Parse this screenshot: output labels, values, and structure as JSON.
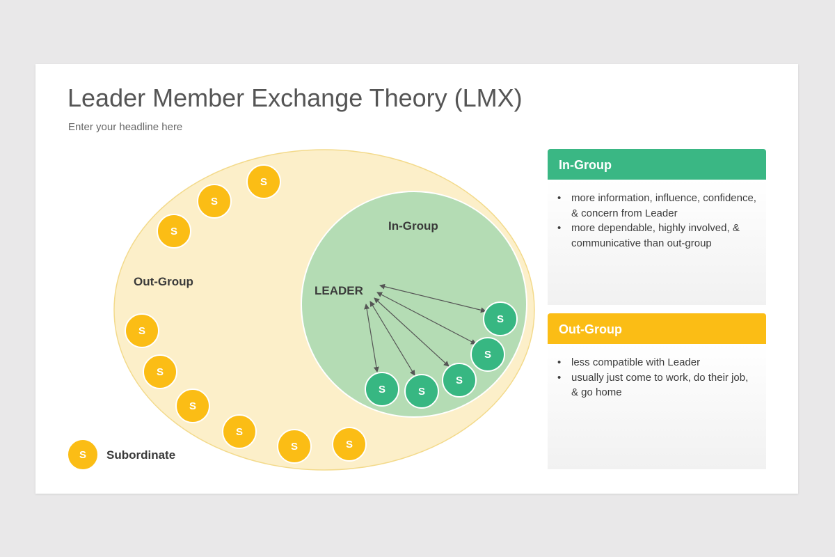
{
  "title": "Leader Member Exchange Theory (LMX)",
  "subtitle": "Enter your headline here",
  "diagram": {
    "outgroup_label": "Out-Group",
    "ingroup_label": "In-Group",
    "leader_label": "LEADER",
    "subordinate_symbol": "S",
    "outgroup_color": "#fcefc9",
    "ingroup_color": "#b4dcb4",
    "outgroup_badge_color": "#fbbd15",
    "ingroup_badge_color": "#37b782"
  },
  "legend": {
    "symbol": "S",
    "label": "Subordinate"
  },
  "panels": {
    "ingroup": {
      "title": "In-Group",
      "color": "#3ab784",
      "bullets": [
        "more information, influence, confidence, & concern from Leader",
        "more dependable, highly involved, & communicative than out-group"
      ]
    },
    "outgroup": {
      "title": "Out-Group",
      "color": "#fbbd15",
      "bullets": [
        "less compatible with Leader",
        "usually just come to work, do their job, & go home"
      ]
    }
  }
}
